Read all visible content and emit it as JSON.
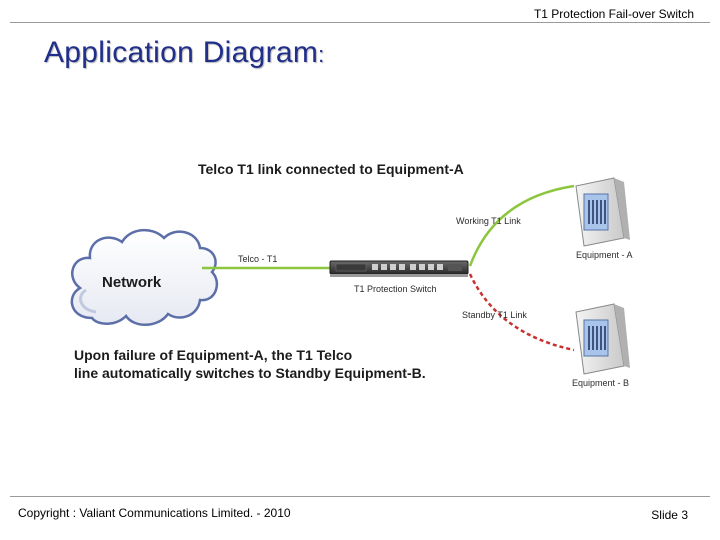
{
  "header": {
    "title": "T1 Protection Fail-over Switch"
  },
  "slide": {
    "title": "Application Diagram",
    "title_suffix": ":"
  },
  "diagram": {
    "top_caption": "Telco T1 link connected to Equipment-A",
    "network_label": "Network",
    "telco_link_label": "Telco - T1",
    "switch_label": "T1 Protection Switch",
    "working_link_label": "Working T1 Link",
    "standby_link_label": "Standby T1 Link",
    "equipment_a_label": "Equipment - A",
    "equipment_b_label": "Equipment - B",
    "failure_caption_line1": "Upon failure of Equipment-A, the T1 Telco",
    "failure_caption_line2": "line automatically switches to Standby Equipment-B.",
    "colors": {
      "working_link": "#8cc63f",
      "standby_link": "#c8312f",
      "title": "#1f2f8a"
    }
  },
  "footer": {
    "copyright": "Copyright : Valiant Communications Limited. - 2010",
    "slide_number": "Slide 3"
  }
}
